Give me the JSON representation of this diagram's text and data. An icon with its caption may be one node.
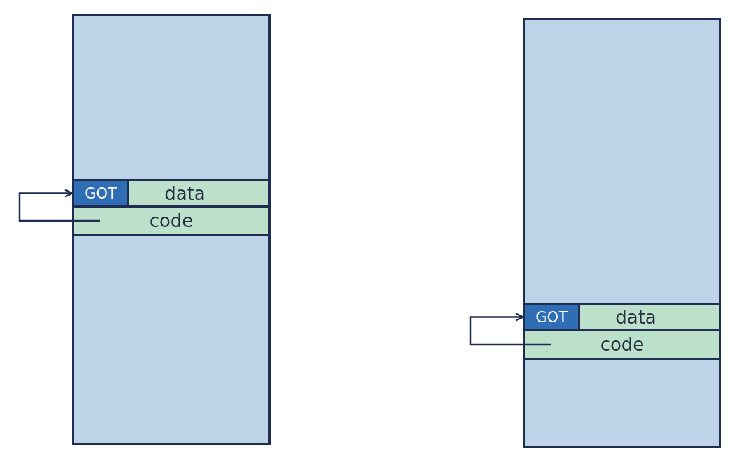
{
  "diagram": {
    "nodes": [
      {
        "text": [],
        "shape": "box"
      },
      {
        "text": [
          "GOT"
        ],
        "in": 0
      },
      {
        "text": [
          "data"
        ],
        "in": 0
      },
      {
        "text": [
          "code"
        ],
        "in": 0
      },
      {
        "text": [],
        "shape": "box"
      },
      {
        "text": [
          "GOT"
        ],
        "in": 4
      },
      {
        "text": [
          "data"
        ],
        "in": 4
      },
      {
        "text": [
          "code"
        ],
        "in": 4
      }
    ],
    "edges": [
      {
        "from": 3,
        "to": 1,
        "arrow": "to"
      },
      {
        "from": 7,
        "to": 5,
        "arrow": "to"
      }
    ]
  }
}
